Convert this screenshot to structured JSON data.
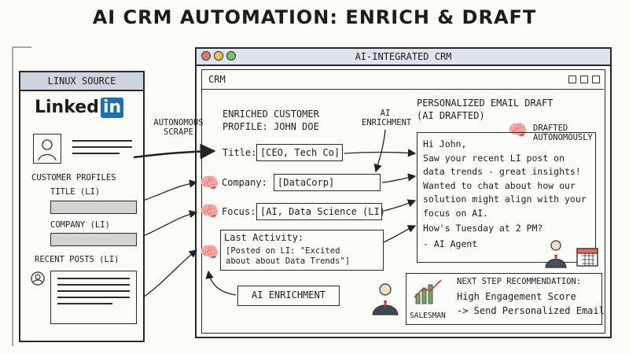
{
  "title": "AI CRM AUTOMATION: ENRICH & DRAFT",
  "left_panel": {
    "header": "LINUX SOURCE",
    "brand": "Linked",
    "brand_in": "in",
    "profiles_label": "CUSTOMER PROFILES",
    "title_label": "TITLE (LI)",
    "company_label": "COMPANY (LI)",
    "posts_label": "RECENT POSTS (LI)"
  },
  "scrape_label": "AUTONOMOUS SCRAPE",
  "crm_window": {
    "title": "AI-INTEGRATED CRM",
    "toolbar_label": "CRM"
  },
  "profile": {
    "heading_line1": "ENRICHED CUSTOMER",
    "heading_line2": "PROFILE: JOHN DOE",
    "enrichment_label_line1": "AI",
    "enrichment_label_line2": "ENRICHMENT",
    "title_label": "Title:",
    "title_value": "[CEO, Tech Co]",
    "company_label": "Company:",
    "company_value": "[DataCorp]",
    "focus_label": "Focus:",
    "focus_value": "[AI, Data Science (LI)",
    "activity_label": "Last Activity:",
    "activity_value_line1": "[Posted on LI: \"Excited",
    "activity_value_line2": "about about Data Trends\"]",
    "ai_enrichment_button": "AI ENRICHMENT"
  },
  "email": {
    "heading_line1": "PERSONALIZED EMAIL DRAFT",
    "heading_line2": "(AI DRAFTED)",
    "drafted_line1": "DRAFTED",
    "drafted_line2": "AUTONOMOUSLY",
    "lines": [
      "Hi John,",
      "Saw your recent LI post on",
      "data trends - great insights!",
      "Wanted to chat about how our",
      "solution might align with your",
      "focus on AI.",
      "How's Tuesday at 2 PM?",
      "- AI Agent"
    ]
  },
  "recommendation": {
    "heading": "NEXT STEP RECOMMENDATION:",
    "line1": "High Engagement Score",
    "line2": "-> Send Personalized Email",
    "salesman_label": "SALESMAN"
  },
  "colors": {
    "linkedin_blue": "#1d6fb0",
    "field_gray": "#d3d3d3",
    "accent_pink": "#f0b3a8"
  },
  "icons": [
    "avatar-icon",
    "brain-icon",
    "salesman-icon",
    "calendar-icon",
    "chart-icon",
    "window-control-icons"
  ]
}
